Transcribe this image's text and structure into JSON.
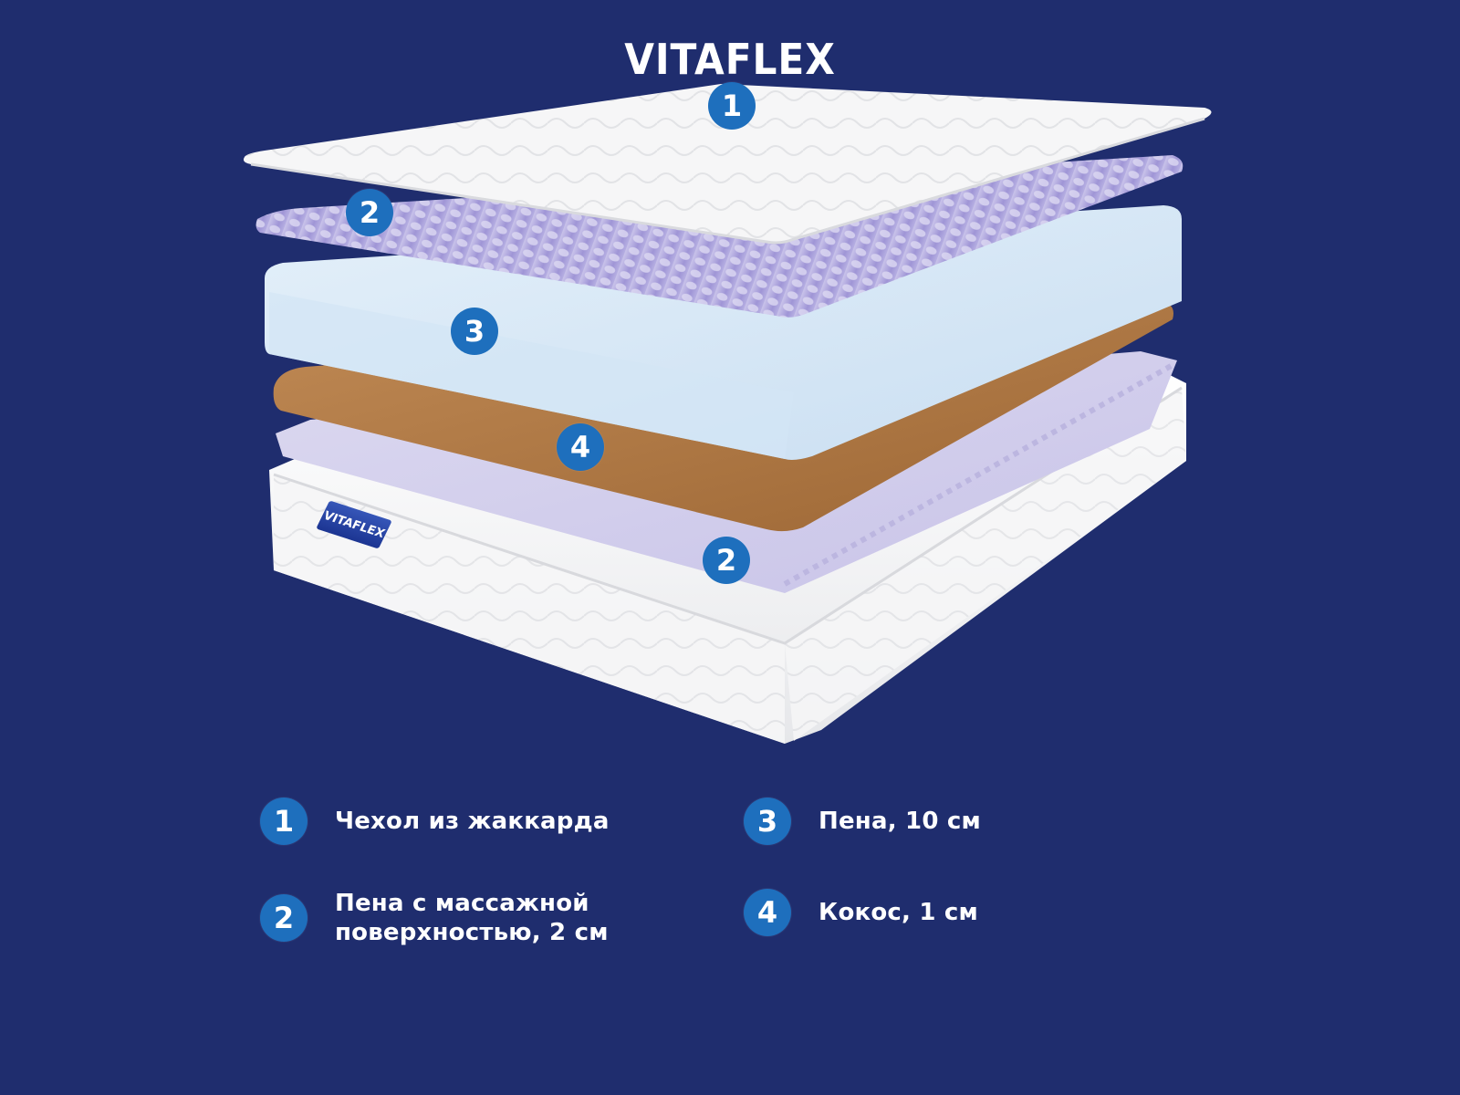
{
  "brand": {
    "logo": "VITAFLEX",
    "tag_label": "VITAFLEX"
  },
  "colors": {
    "background": "#1f2d6e",
    "badge": "#1e6fbd",
    "cover": "#f4f5f7",
    "massage_foam": "#b9b3e0",
    "foam": "#d6e8f6",
    "coconut": "#b07a44",
    "base": "#f2f2f2"
  },
  "diagram_markers": [
    {
      "number": "1",
      "layer": "cover"
    },
    {
      "number": "2",
      "layer": "massage-foam-top"
    },
    {
      "number": "3",
      "layer": "foam"
    },
    {
      "number": "4",
      "layer": "coconut"
    },
    {
      "number": "2",
      "layer": "massage-foam-bottom"
    }
  ],
  "legend": [
    {
      "number": "1",
      "label": "Чехол из жаккарда"
    },
    {
      "number": "2",
      "label": "Пена с массажной поверхностью, 2 см"
    },
    {
      "number": "3",
      "label": "Пена, 10 см"
    },
    {
      "number": "4",
      "label": "Кокос, 1 см"
    }
  ],
  "legend_lines": {
    "item2_line1": "Пена с массажной",
    "item2_line2": "поверхностью, 2 см"
  }
}
